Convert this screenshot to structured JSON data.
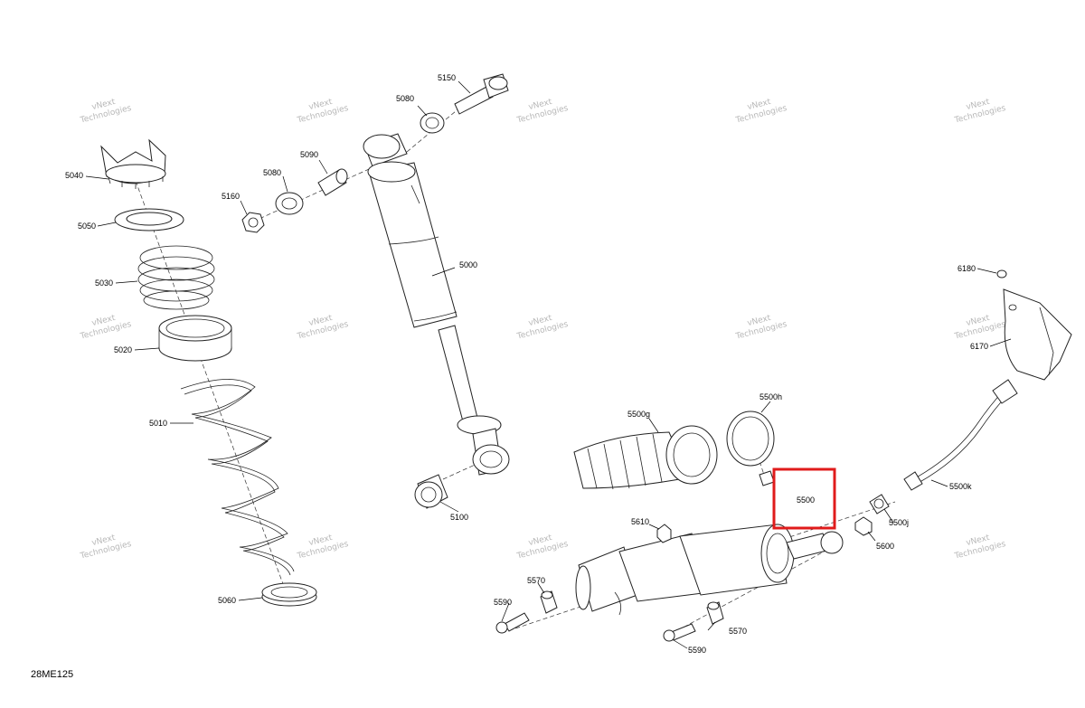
{
  "diagram": {
    "code": "28ME125",
    "watermark": [
      "vNext",
      "Technologies"
    ],
    "highlight_color": "#e01b1b",
    "labels": {
      "p5150": "5150",
      "p5080a": "5080",
      "p5080b": "5080",
      "p5090": "5090",
      "p5160": "5160",
      "p5040": "5040",
      "p5050": "5050",
      "p5030": "5030",
      "p5020": "5020",
      "p5010": "5010",
      "p5060": "5060",
      "p5000": "5000",
      "p5100": "5100",
      "p5500g": "5500g",
      "p5500h": "5500h",
      "p5500": "5500",
      "p5500j": "5500j",
      "p5500k": "5500k",
      "p6180": "6180",
      "p6170": "6170",
      "p5610": "5610",
      "p5600": "5600",
      "p5570a": "5570",
      "p5570b": "5570",
      "p5590a": "5590",
      "p5590b": "5590"
    }
  }
}
